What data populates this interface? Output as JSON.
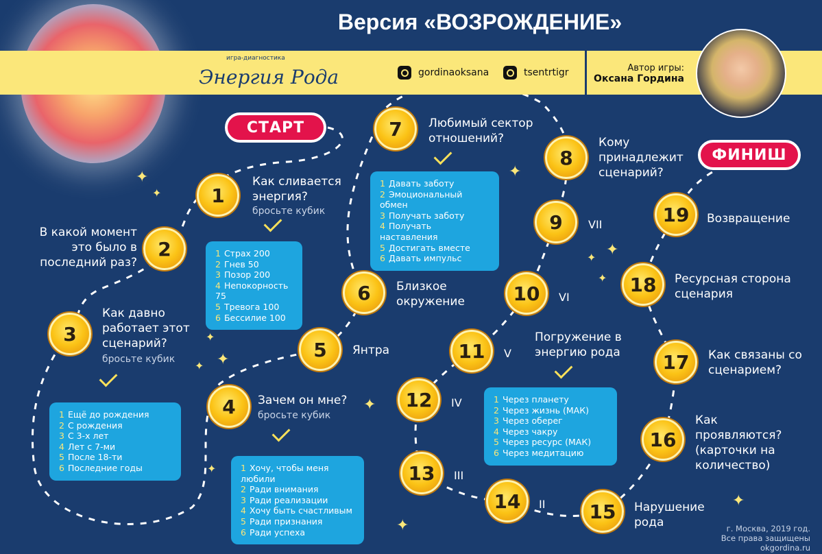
{
  "title": "Версия «ВОЗРОЖДЕНИЕ»",
  "logo": {
    "subtitle": "игра-диагностика",
    "name": "Энергия Рода"
  },
  "social": [
    {
      "icon": "instagram-icon",
      "handle": "gordinaoksana"
    },
    {
      "icon": "instagram-icon",
      "handle": "tsentrtigr"
    }
  ],
  "author": {
    "label": "Автор игры:",
    "name": "Оксана Гордина"
  },
  "start": "СТАРТ",
  "finish": "ФИНИШ",
  "steps": [
    {
      "n": "1",
      "label": "Как сливается энергия?",
      "sub": "бросьте кубик"
    },
    {
      "n": "2",
      "label": "В какой момент это было в последний раз?"
    },
    {
      "n": "3",
      "label": "Как давно работает этот сценарий?",
      "sub": "бросьте кубик"
    },
    {
      "n": "4",
      "label": "Зачем он мне?",
      "sub": "бросьте кубик"
    },
    {
      "n": "5",
      "label": "Янтра"
    },
    {
      "n": "6",
      "label": "Близкое окружение"
    },
    {
      "n": "7",
      "label": "Любимый сектор отношений?"
    },
    {
      "n": "8",
      "label": "Кому принадлежит сценарий?"
    },
    {
      "n": "9",
      "roman": "VII"
    },
    {
      "n": "10",
      "roman": "VI"
    },
    {
      "n": "11",
      "roman": "V",
      "label": "Погружение в энергию рода"
    },
    {
      "n": "12",
      "roman": "IV"
    },
    {
      "n": "13",
      "roman": "III"
    },
    {
      "n": "14",
      "roman": "II"
    },
    {
      "n": "15",
      "label": "Нарушение рода"
    },
    {
      "n": "16",
      "label": "Как проявляются? (карточки на количество)"
    },
    {
      "n": "17",
      "label": "Как связаны со сценарием?"
    },
    {
      "n": "18",
      "label": "Ресурсная сторона сценария"
    },
    {
      "n": "19",
      "label": "Возвращение"
    }
  ],
  "lists": {
    "s1": [
      "Страх 200",
      "Гнев 50",
      "Позор 200",
      "Непокорность 75",
      "Тревога 100",
      "Бессилие 100"
    ],
    "s3": [
      "Ещё до рождения",
      "С рождения",
      "С 3-х лет",
      "Лет с 7-ми",
      "После 18-ти",
      "Последние годы"
    ],
    "s4": [
      "Хочу, чтобы меня любили",
      "Ради внимания",
      "Ради реализации",
      "Хочу быть счастливым",
      "Ради признания",
      "Ради успеха"
    ],
    "s7": [
      "Давать заботу",
      "Эмоциональный обмен",
      "Получать заботу",
      "Получать наставления",
      "Достигать вместе",
      "Давать импульс"
    ],
    "s11": [
      "Через планету",
      "Через жизнь (МАК)",
      "Через оберег",
      "Через чакру",
      "Через ресурс (МАК)",
      "Через медитацию"
    ]
  },
  "footer": [
    "г. Москва, 2019 год.",
    "Все права защищены",
    "okgordina.ru"
  ],
  "colors": {
    "background": "#1a3c6e",
    "band": "#fbe77a",
    "pill": "#e3134b",
    "box": "#1ea5df"
  }
}
